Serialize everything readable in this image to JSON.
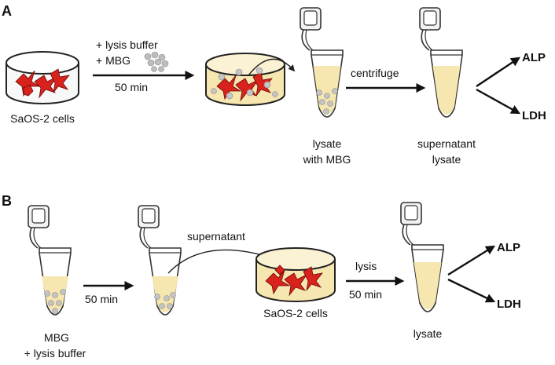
{
  "panel_a": {
    "letter": "A",
    "cells_label": "SaOS-2 cells",
    "step1_line1": "+ lysis buffer",
    "step1_line2": "+ MBG",
    "step1_time": "50 min",
    "tube1_label_line1": "lysate",
    "tube1_label_line2": "with MBG",
    "step2_label": "centrifuge",
    "tube2_label_line1": "supernatant",
    "tube2_label_line2": "lysate",
    "out1": "ALP",
    "out2": "LDH"
  },
  "panel_b": {
    "letter": "B",
    "tube1_label_line1": "MBG",
    "tube1_label_line2": "+ lysis  buffer",
    "step1_time": "50 min",
    "transfer_label": "supernatant",
    "cells_label": "SaOS-2 cells",
    "step2_label": "lysis",
    "step2_time": "50 min",
    "tube3_label": "lysate",
    "out1": "ALP",
    "out2": "LDH"
  },
  "colors": {
    "cell_red": "#d9221c",
    "cell_outline": "#6a0a08",
    "buffer_yellow": "#f6e6b0",
    "bead_gray": "#b9b9b9",
    "ink": "#111111"
  }
}
